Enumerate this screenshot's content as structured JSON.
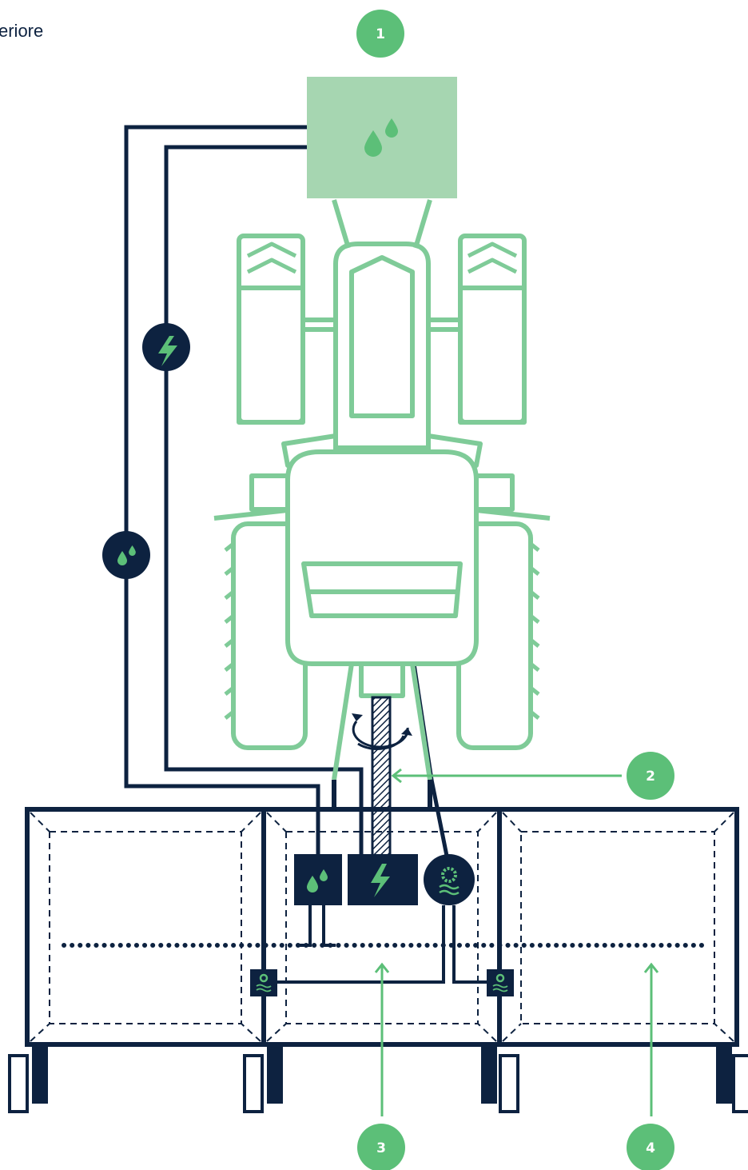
{
  "header": {
    "corner_label": "eriore"
  },
  "badges": [
    {
      "id": "1",
      "label": "1"
    },
    {
      "id": "2",
      "label": "2"
    },
    {
      "id": "3",
      "label": "3"
    },
    {
      "id": "4",
      "label": "4"
    }
  ],
  "icons": {
    "drops": "drops-icon",
    "bolt": "lightning-icon",
    "gear_water": "gear-water-icon"
  },
  "colors": {
    "navy": "#0d2240",
    "green": "#7fcb98",
    "green_badge": "#5cbf78",
    "green_light": "#a6d6b1",
    "drop_green": "#5cbf78"
  }
}
